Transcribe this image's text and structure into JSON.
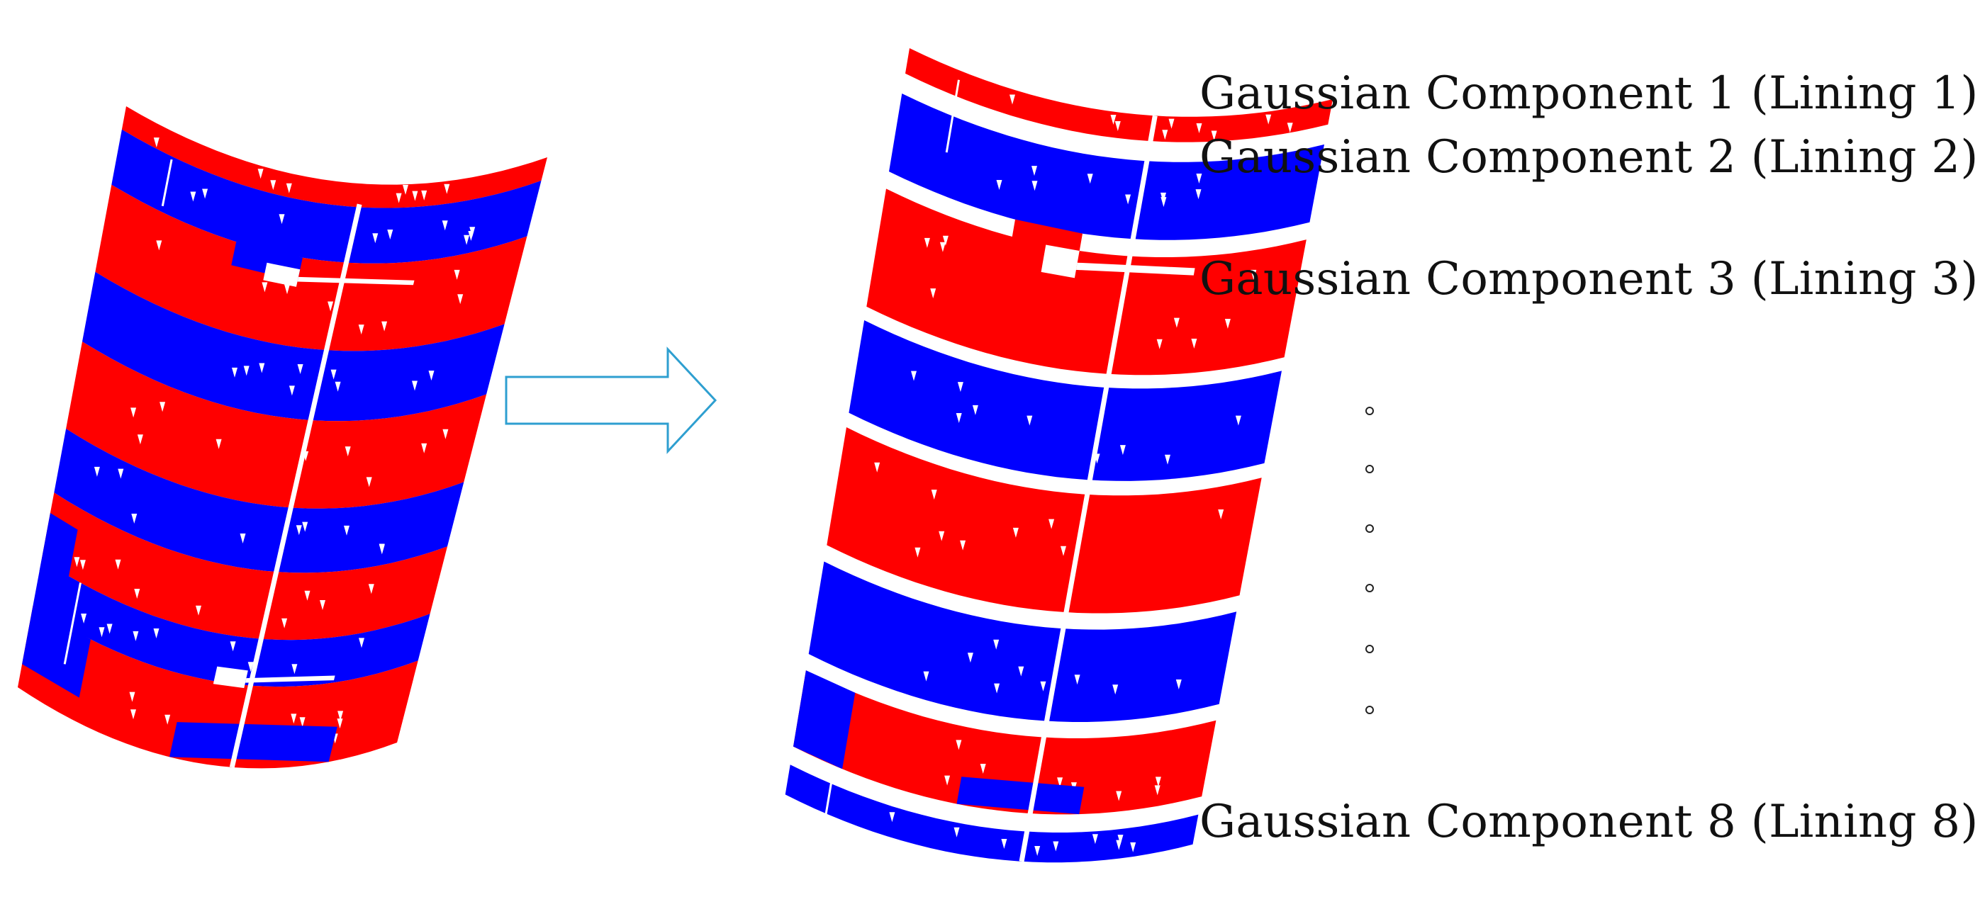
{
  "colors": {
    "lining_red": "#ff0000",
    "lining_blue": "#0000ff",
    "background": "#ffffff",
    "arrow_stroke": "#2e9fd0",
    "text": "#111111"
  },
  "labels": {
    "component_1": "Gaussian Component 1 (Lining 1)",
    "component_2": "Gaussian Component 2 (Lining 2)",
    "component_3": "Gaussian Component 3 (Lining 3)",
    "component_8": "Gaussian Component 8 (Lining 8)"
  },
  "icons": {
    "arrow": "right-arrow-icon",
    "ellipsis": "vertical-dots-icon"
  }
}
